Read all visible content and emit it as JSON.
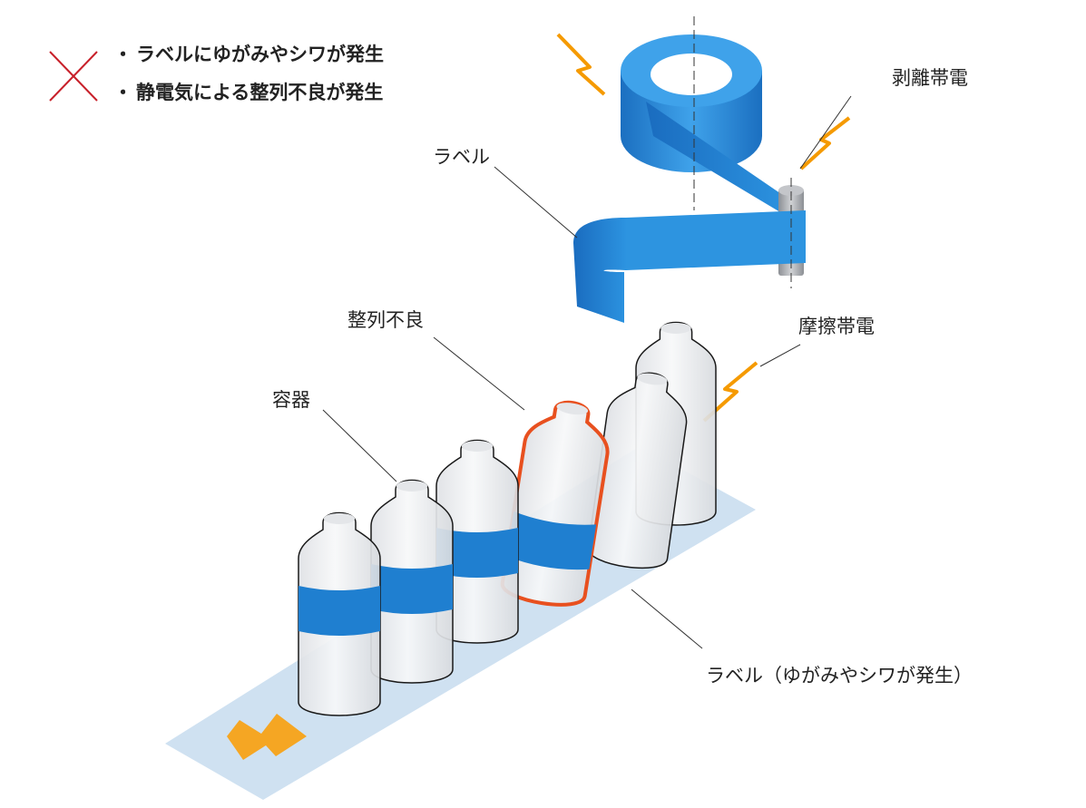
{
  "legend": {
    "mark": "x-mark-icon",
    "items": [
      "ラベルにゆがみやシワが発生",
      "静電気による整列不良が発生"
    ]
  },
  "labels": {
    "label": "ラベル",
    "peel_charge": "剥離帯電",
    "misalignment": "整列不良",
    "container": "容器",
    "friction_charge": "摩擦帯電",
    "label_defect": "ラベル（ゆがみやシワが発生）"
  },
  "colors": {
    "label_blue": "#1f7fd0",
    "label_blue_light": "#3a9ee6",
    "conveyor": "#cfe1f1",
    "arrow": "#f5a623",
    "spark": "#f59a00",
    "misaligned_outline": "#e8501f",
    "x_mark": "#c8202a",
    "bottle_fill": "#f1f2f4"
  },
  "icons": [
    "lightning-icon",
    "lightning-icon",
    "lightning-icon",
    "direction-arrow-icon"
  ]
}
